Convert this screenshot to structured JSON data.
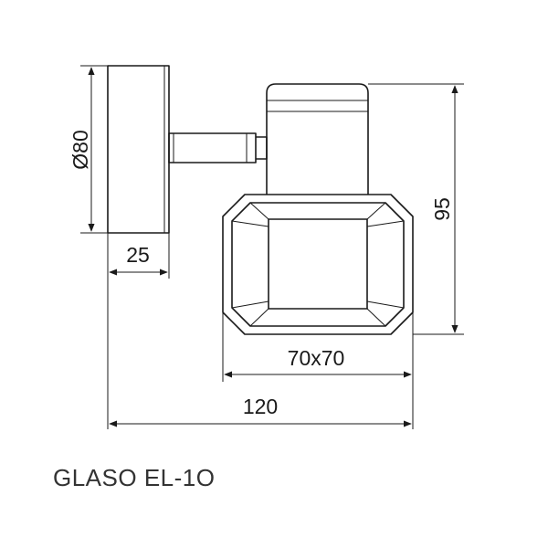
{
  "diagram": {
    "dimensions": {
      "diameter": "Ø80",
      "base_depth": "25",
      "shade_size": "70x70",
      "height": "95",
      "total_length": "120"
    },
    "model_name": "GLASO EL-1O"
  }
}
